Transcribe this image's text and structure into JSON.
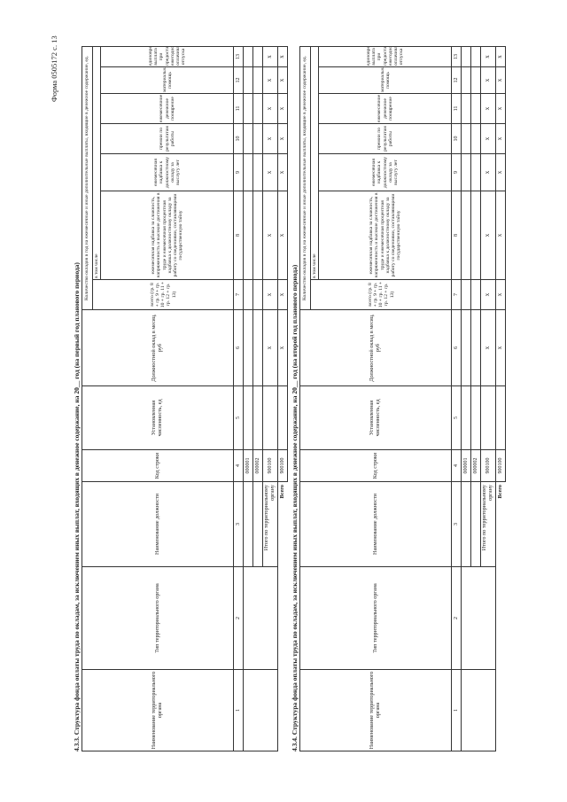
{
  "form_id": "Форма 0505172 с. 13",
  "sections": [
    {
      "heading": "4.3.3. Структура фонда оплаты труда по окладам, за исключением иных выплат, входящих в денежное содержание, на 20__ год (на первый год планового периода)",
      "rows": [
        {
          "code": "000001",
          "cells": [
            "",
            "",
            "",
            "",
            "",
            "",
            "",
            "",
            ""
          ]
        },
        {
          "code": "000002",
          "cells": [
            "",
            "",
            "",
            "",
            "",
            "",
            "",
            "",
            ""
          ]
        },
        {
          "label": "Итого по территориальному органу",
          "code": "900100",
          "cells": [
            "",
            "x",
            "x",
            "x",
            "x",
            "x",
            "x",
            "x",
            "x"
          ]
        },
        {
          "label": "Всего",
          "code": "900100",
          "cells": [
            "",
            "x",
            "x",
            "x",
            "x",
            "x",
            "x",
            "x",
            "x"
          ]
        }
      ]
    },
    {
      "heading": "4.3.4. Структура фонда оплаты труда по окладам, за исключением иных выплат, входящих в денежное содержание, на 20__ год (на второй год планового периода)",
      "rows": [
        {
          "code": "000001",
          "cells": [
            "",
            "",
            "",
            "",
            "",
            "",
            "",
            "",
            ""
          ]
        },
        {
          "code": "000002",
          "cells": [
            "",
            "",
            "",
            "",
            "",
            "",
            "",
            "",
            ""
          ]
        },
        {
          "label": "Итого по территориальному органу",
          "code": "900100",
          "cells": [
            "",
            "x",
            "x",
            "x",
            "x",
            "x",
            "x",
            "x",
            "x"
          ]
        },
        {
          "label": "Всего",
          "code": "900100",
          "cells": [
            "",
            "x",
            "x",
            "x",
            "x",
            "x",
            "x",
            "x",
            "x"
          ]
        }
      ]
    }
  ],
  "columns": {
    "name_org": "Наименование территориального органа",
    "type_org": "Тип территориального органа",
    "position": "Наименование должности",
    "code": "Код строки",
    "staff": "Установленная численность, ед",
    "salary": "Должностной оклад в месяц, руб",
    "group_header": "Количество окладов в год на ежемесячные и иные дополнительные выплаты, входящие в денежное содержание, ед.",
    "total": "всего (гр. 8 + гр. 9 + гр. 10 + гр. 11 + гр. 12 + гр. 13)",
    "including": "в том числе",
    "c8": "ежемесячная надбавка за сложность, напряженность и высокие достижения в труде и ежемесячная процентная надбавка к должностному окладу за работу со сведениями, составляющими государственную тайну",
    "c9": "ежемесячная надбавка к должностному окладу за выслугу лет",
    "c10": "премии по результатам работы",
    "c11": "ежемесячное денежное поощрение",
    "c12": "материальная помощь",
    "c13": "единовременная выплата при предоставлении ежегодного оплачиваемого отпуска"
  },
  "col_numbers": [
    "1",
    "2",
    "3",
    "4",
    "5",
    "6",
    "7",
    "8",
    "9",
    "10",
    "11",
    "12",
    "13"
  ]
}
